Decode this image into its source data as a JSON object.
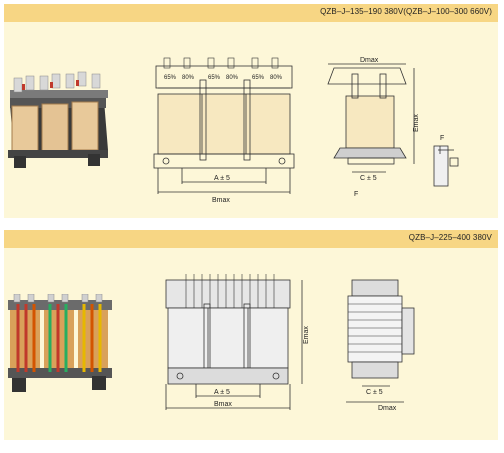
{
  "colors": {
    "header_band": "#f7d684",
    "panel_bg": "#fdf7d8",
    "coil_fill": "#f7e8c0",
    "line": "#333333"
  },
  "panel1": {
    "title": "QZB–J–135–190 380V(QZB–J–100–300 660V)",
    "taps": [
      "65%",
      "80%",
      "65%",
      "80%",
      "65%",
      "80%"
    ],
    "dim_a": "A ± 5",
    "dim_b": "Bmax",
    "dim_c": "C ± 5",
    "dim_d": "Dmax",
    "dim_e": "Emax",
    "label_f": "F",
    "label_f_detail": "F"
  },
  "panel2": {
    "title": "QZB–J–225–400 380V",
    "dim_a": "A ± 5",
    "dim_b": "Bmax",
    "dim_c": "C ± 5",
    "dim_d": "Dmax",
    "dim_e": "Emax"
  }
}
